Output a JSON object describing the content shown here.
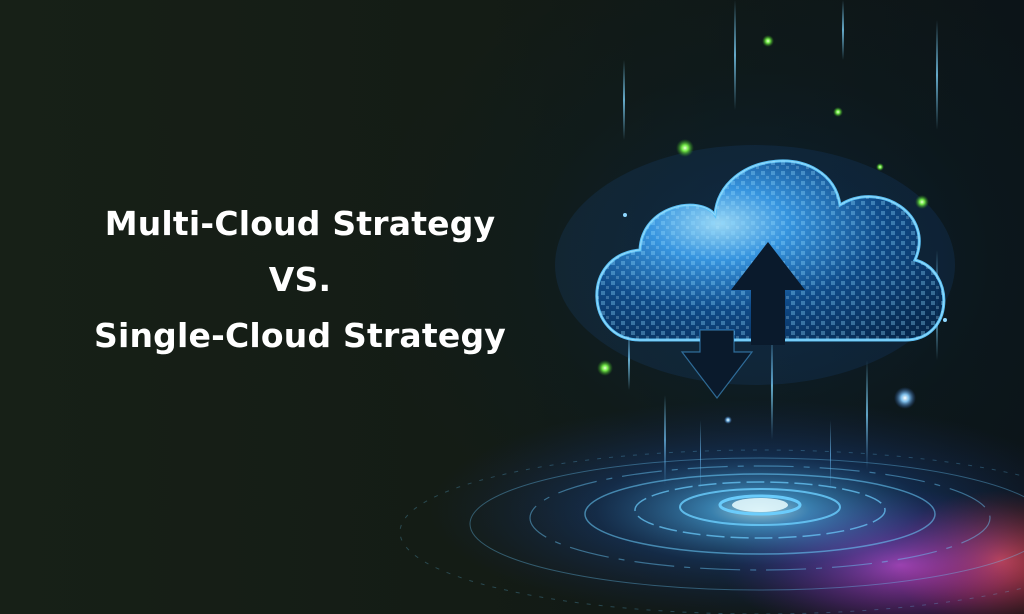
{
  "title": {
    "line1": "Multi-Cloud Strategy",
    "line2": "VS.",
    "line3": "Single-Cloud Strategy"
  },
  "illustration": {
    "subject": "cloud-upload-download-icon",
    "colors": {
      "background": "#141b14",
      "cloud_glow": "#3aa8ff",
      "cloud_fill": "#0d3a6e",
      "arrow": "#0a1a2c",
      "platform_ring": "#5ec8ff",
      "platform_glow_pink": "#c23cc8",
      "platform_glow_red": "#e0402a",
      "particles_green": "#7dff4a",
      "light_beam": "#7fd6ff"
    }
  }
}
